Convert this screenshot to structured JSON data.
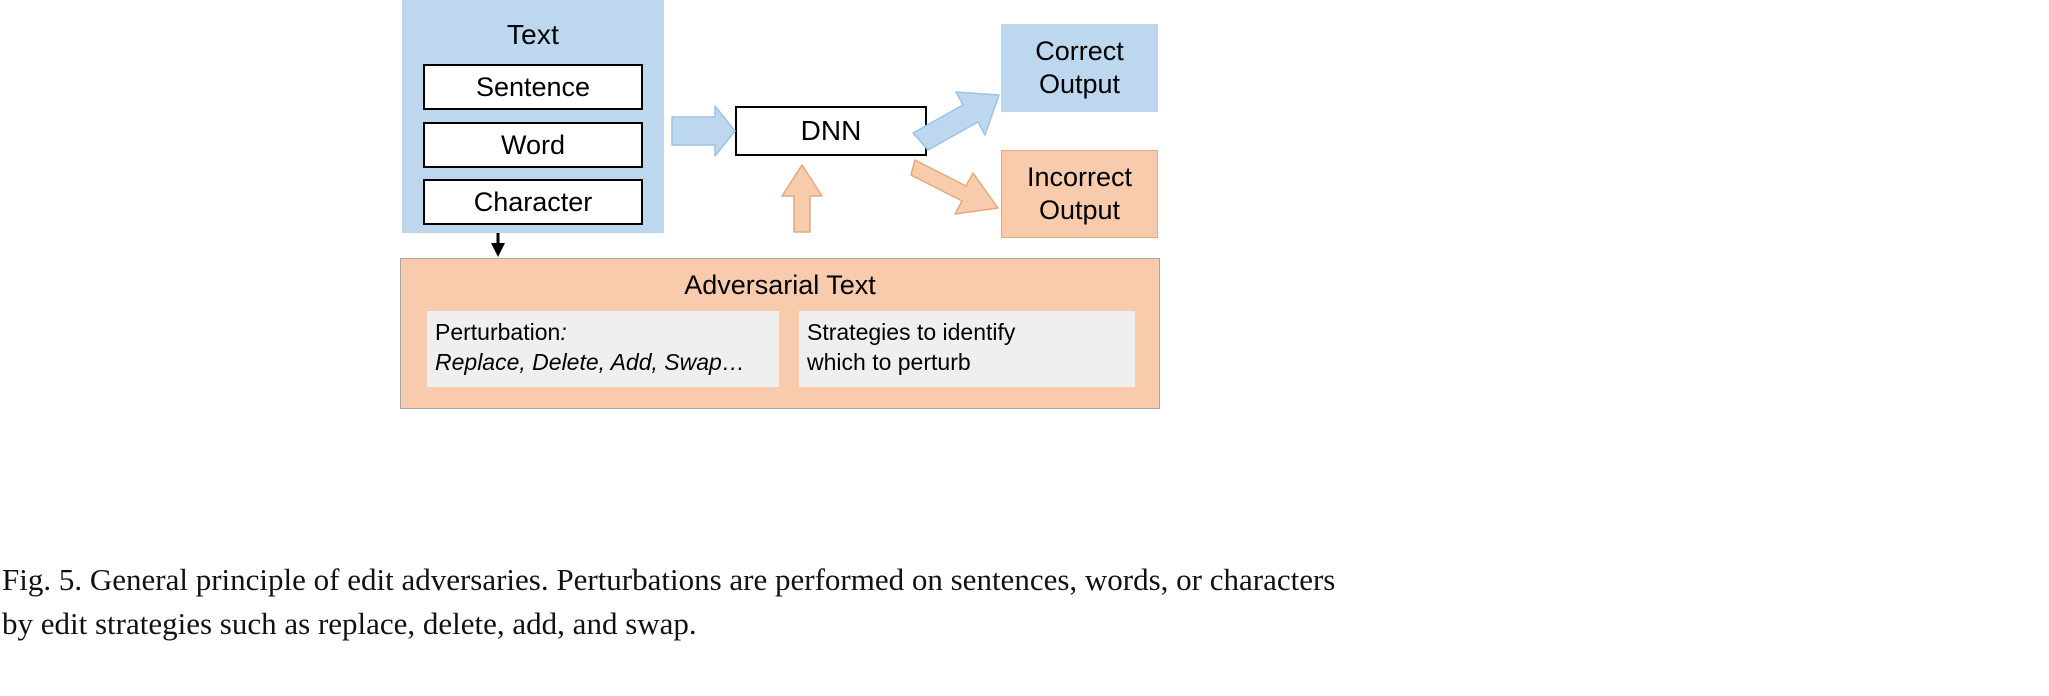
{
  "figure": {
    "text_panel": {
      "title": "Text",
      "levels": [
        "Sentence",
        "Word",
        "Character"
      ],
      "fill_color": "#bdd7ee"
    },
    "model": {
      "label": "DNN"
    },
    "outputs": [
      {
        "name": "correct-output",
        "line1": "Correct",
        "line2": "Output",
        "fill_color": "#bdd7ee"
      },
      {
        "name": "incorrect-output",
        "line1": "Incorrect",
        "line2": "Output",
        "fill_color": "#f8cbad"
      }
    ],
    "adversarial_panel": {
      "title": "Adversarial Text",
      "fill_color": "#f8cbad",
      "cells": [
        {
          "heading": "Perturbation",
          "colon": ":",
          "detail": "Replace, Delete, Add, Swap…"
        },
        {
          "line1": "Strategies to identify",
          "line2": "which to perturb"
        }
      ]
    },
    "arrows": {
      "text_to_dnn": "blue-right-arrow",
      "dnn_to_correct": "blue-diagonal-up-arrow",
      "dnn_to_incorrect": "orange-diagonal-down-arrow",
      "adversarial_to_dnn": "orange-up-arrow",
      "text_to_adversarial": "black-down-arrow"
    }
  },
  "caption": {
    "line1": "Fig. 5.  General principle of edit adversaries. Perturbations are performed on sentences, words, or characters",
    "line2": "by edit strategies such as replace, delete, add, and swap."
  }
}
